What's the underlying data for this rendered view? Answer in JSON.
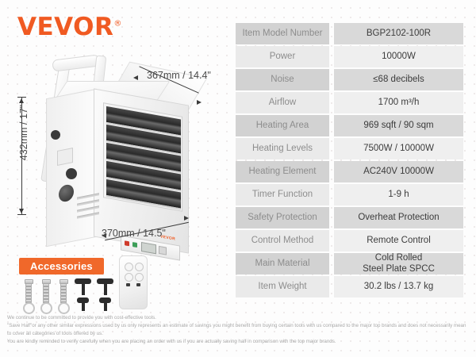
{
  "brand": {
    "name": "VEVOR",
    "registered_mark": "®",
    "color": "#F05A22"
  },
  "product": {
    "dimensions": {
      "depth": "367mm / 14.4\"",
      "height": "432mm / 17\"",
      "width": "370mm / 14.5\""
    }
  },
  "accessories": {
    "banner_label": "Accessories",
    "banner_color": "#F0682A"
  },
  "spec_table": {
    "rows": [
      {
        "label": "Item Model Number",
        "value": "BGP2102-100R"
      },
      {
        "label": "Power",
        "value": "10000W"
      },
      {
        "label": "Noise",
        "value": "≤68 decibels"
      },
      {
        "label": "Airflow",
        "value": "1700 m³/h"
      },
      {
        "label": "Heating Area",
        "value": "969 sqft / 90 sqm"
      },
      {
        "label": "Heating Levels",
        "value": "7500W / 10000W"
      },
      {
        "label": "Heating Element",
        "value": "AC240V 10000W"
      },
      {
        "label": "Timer Function",
        "value": "1-9 h"
      },
      {
        "label": "Safety Protection",
        "value": "Overheat Protection"
      },
      {
        "label": "Control Method",
        "value": "Remote Control"
      },
      {
        "label": "Main Material",
        "value": "Cold Rolled\nSteel Plate SPCC"
      },
      {
        "label": "Item Weight",
        "value": "30.2 lbs / 13.7 kg"
      }
    ]
  },
  "disclaimer": {
    "line1": "We continue to be committed to provide you with cost-effective tools.",
    "line2": "\"Save Half\"or any other similar expressions used by us only represents an estimate of savings you might benefit from buying certain tools with us compared to the major top brands and does not necessarily mean to cover all categories of tools offered by us.",
    "line3": "You are kindly reminded to verify carefully when you are placing an order with us if you are actually saving half in comparison with the top major brands."
  }
}
